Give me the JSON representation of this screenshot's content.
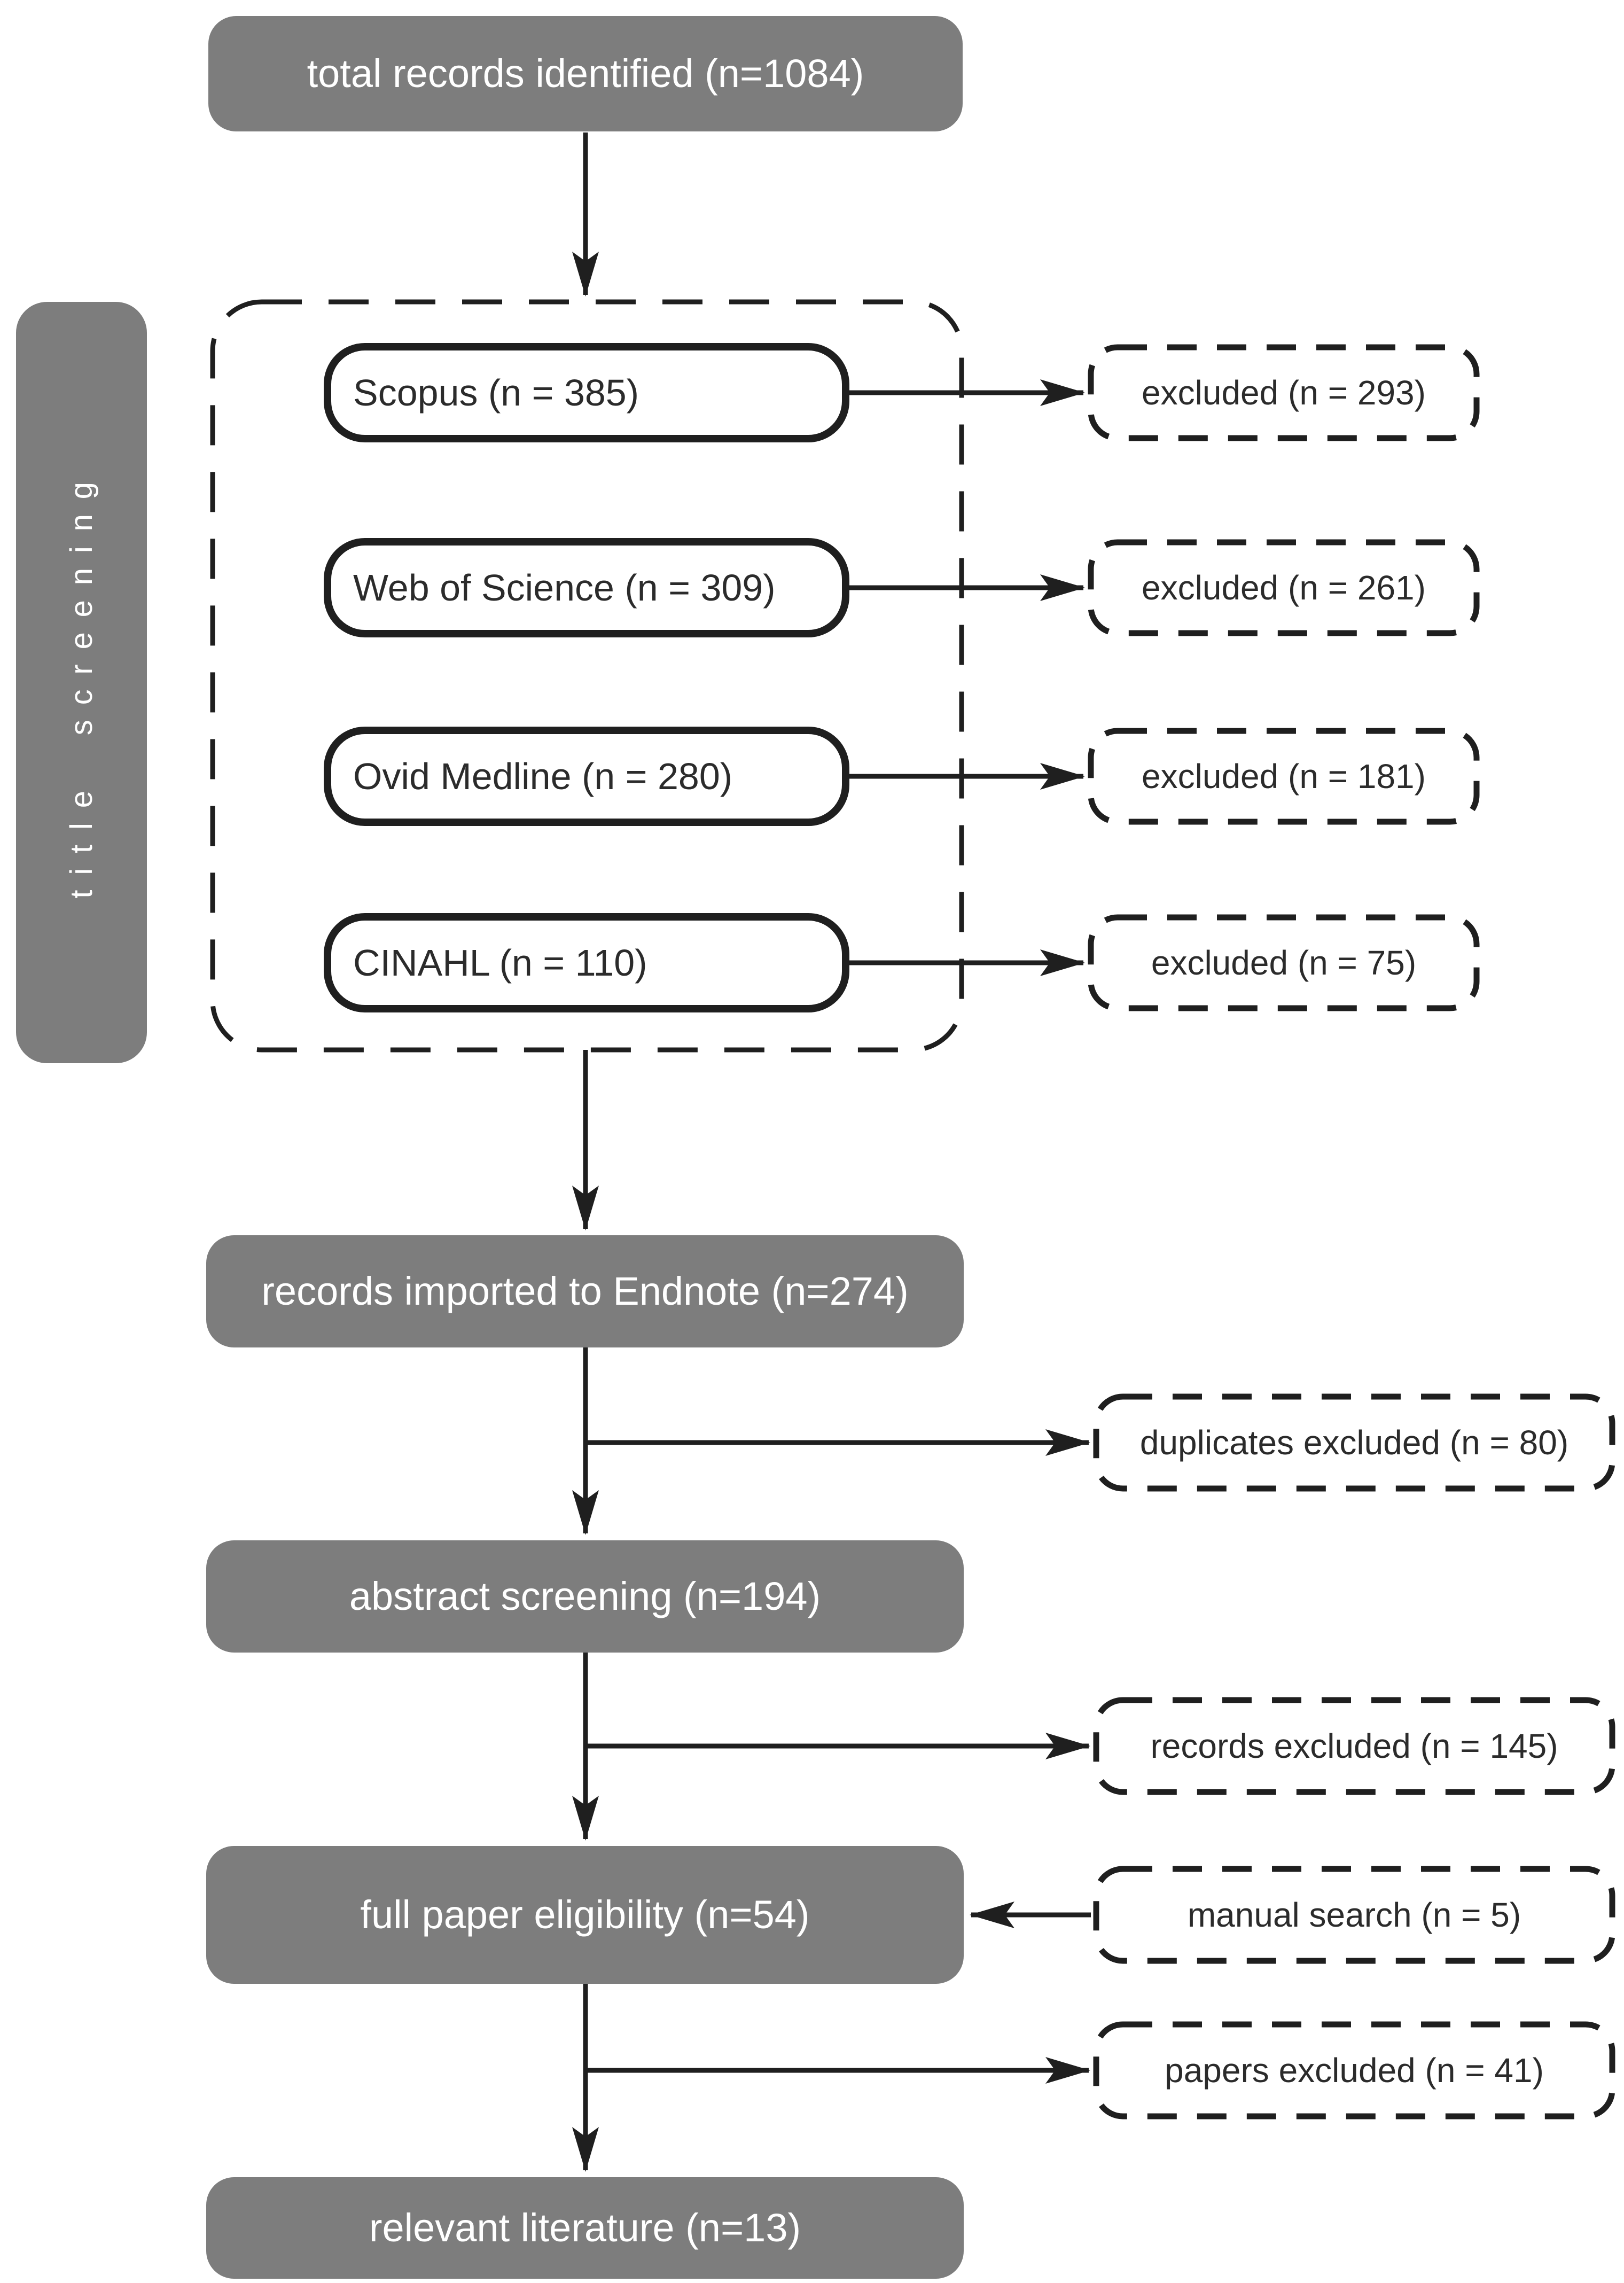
{
  "colors": {
    "stage_fill": "#7d7d7d",
    "stage_text": "#ffffff",
    "line": "#1f1f1f",
    "box_text": "#2b2b2b",
    "background": "#ffffff"
  },
  "sidebar": {
    "label": "title screening"
  },
  "flow": {
    "total": "total records identified (n=1084)",
    "sources": [
      {
        "name": "Scopus (n = 385)",
        "excluded": "excluded (n = 293)"
      },
      {
        "name": "Web of Science (n = 309)",
        "excluded": "excluded (n = 261)"
      },
      {
        "name": "Ovid Medline (n = 280)",
        "excluded": "excluded (n = 181)"
      },
      {
        "name": "CINAHL (n = 110)",
        "excluded": "excluded (n = 75)"
      }
    ],
    "imported": "records imported to Endnote (n=274)",
    "duplicates_excluded": "duplicates excluded (n = 80)",
    "abstract_screening": "abstract screening (n=194)",
    "records_excluded": "records excluded (n = 145)",
    "full_paper": "full paper eligibility (n=54)",
    "manual_search": "manual search (n = 5)",
    "papers_excluded": "papers excluded (n = 41)",
    "relevant": "relevant literature (n=13)"
  }
}
